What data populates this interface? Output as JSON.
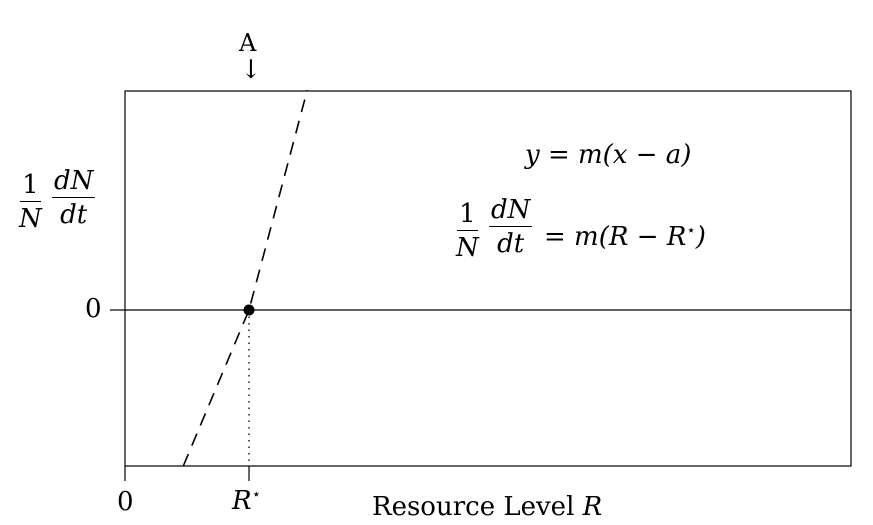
{
  "marker": {
    "label": "A",
    "arrow": "↓"
  },
  "y_axis": {
    "label": {
      "num": "1",
      "den": "N",
      "num2": "dN",
      "den2": "dt"
    },
    "zero_tick": "0"
  },
  "x_axis": {
    "zero_tick": "0",
    "rstar_tick": {
      "base": "R",
      "sup": "⋆"
    },
    "label": {
      "text": "Resource Level ",
      "var": "R"
    }
  },
  "equations": {
    "general": "y = m(x − a)",
    "specific": {
      "num": "1",
      "den": "N",
      "num2": "dN",
      "den2": "dt",
      "rhs": "= m(R − R",
      "sup": "⋆",
      "close": ")"
    }
  },
  "chart_data": {
    "type": "line",
    "title": "",
    "xlabel": "Resource Level R",
    "ylabel": "1/N dN/dt",
    "x_ticks": [
      "0",
      "R⋆"
    ],
    "y_ticks": [
      "0"
    ],
    "series": [
      {
        "style": "dashed",
        "points": [
          [
            0.47,
            -1.0
          ],
          [
            1.0,
            0.0
          ],
          [
            1.47,
            1.41
          ]
        ]
      }
    ],
    "points": [
      {
        "x": 1.0,
        "y": 0.0,
        "marker": "filled-circle"
      }
    ],
    "guide_lines": [
      {
        "style": "dotted",
        "from": [
          1.0,
          0.0
        ],
        "to": [
          1.0,
          -1.0
        ]
      }
    ],
    "zero_line": true,
    "grid": false
  }
}
